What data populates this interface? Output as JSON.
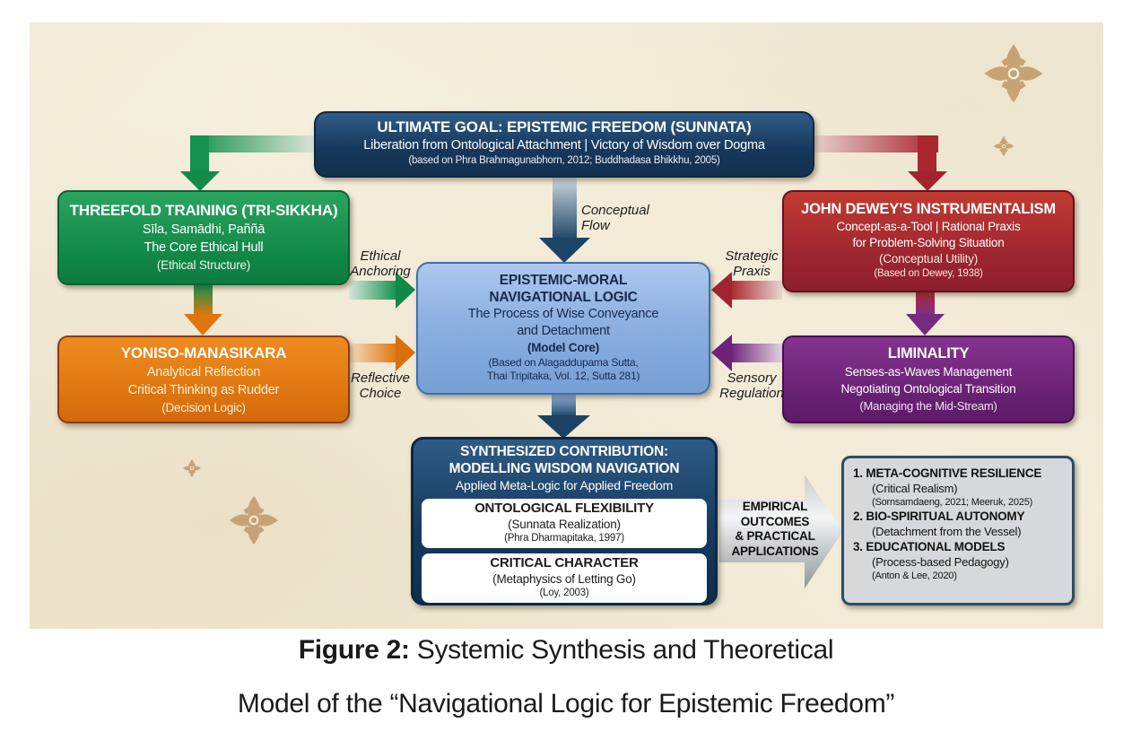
{
  "palette": {
    "canvas_bg": "#f3edda",
    "navy": "#17395d",
    "green": "#108747",
    "orange": "#de7410",
    "blue_core": "#8db0e0",
    "red": "#9d2530",
    "purple": "#672072",
    "gray_panel": "#d6d9db",
    "ornament_gold": "#c7a274"
  },
  "boxes": {
    "ultimate_goal": {
      "title": "ULTIMATE GOAL: EPISTEMIC FREEDOM (SUNNATA)",
      "body": "Liberation from Ontological Attachment | Victory of Wisdom over Dogma",
      "cite": "(based on Phra Brahmagunabhorn, 2012; Buddhadasa Bhikkhu, 2005)"
    },
    "threefold": {
      "title": "THREEFOLD TRAINING (TRI-SIKKHA)",
      "body": "Sīla, Samādhi, Paññā\nThe Core Ethical Hull",
      "tag": "(Ethical Structure)"
    },
    "yoniso": {
      "title": "YONISO-MANASIKARA",
      "body": "Analytical Reflection\nCritical Thinking as Rudder",
      "tag": "(Decision Logic)"
    },
    "core": {
      "title": "EPISTEMIC-MORAL\nNAVIGATIONAL LOGIC",
      "body": "The Process of Wise Conveyance\nand Detachment",
      "tag": "(Model Core)",
      "cite": "(Based on Alagaddupama Sutta,\nThai Tripitaka, Vol. 12, Sutta 281)"
    },
    "dewey": {
      "title": "JOHN DEWEY’S INSTRUMENTALISM",
      "body": "Concept-as-a-Tool | Rational Praxis\nfor Problem-Solving Situation",
      "tag": "(Conceptual Utility)",
      "cite": "(Based on Dewey, 1938)"
    },
    "liminality": {
      "title": "LIMINALITY",
      "body": "Senses-as-Waves Management\nNegotiating Ontological Transition",
      "tag": "(Managing the Mid-Stream)"
    },
    "synthesized": {
      "title": "SYNTHESIZED CONTRIBUTION:\nMODELLING WISDOM NAVIGATION",
      "subtitle": "Applied Meta-Logic for Applied Freedom",
      "cards": [
        {
          "title": "ONTOLOGICAL FLEXIBILITY",
          "body": "(Sunnata Realization)",
          "cite": "(Phra Dharmapitaka, 1997)"
        },
        {
          "title": "CRITICAL CHARACTER",
          "body": "(Metaphysics of Letting Go)",
          "cite": "(Loy, 2003)"
        }
      ]
    },
    "outcomes": {
      "items": [
        {
          "title": "1. META-COGNITIVE RESILIENCE",
          "line": "(Critical Realism)",
          "cite": "(Sornsamdaeng, 2021; Meeruk, 2025)"
        },
        {
          "title": "2. BIO-SPIRITUAL AUTONOMY",
          "line": "(Detachment from the Vessel)"
        },
        {
          "title": "3. EDUCATIONAL MODELS",
          "line": "(Process-based Pedagogy)",
          "cite": "(Anton & Lee, 2020)"
        }
      ]
    }
  },
  "arrow_labels": {
    "conceptual_flow": "Conceptual\nFlow",
    "ethical_anchoring": "Ethical\nAnchoring",
    "reflective_choice": "Reflective\nChoice",
    "strategic_praxis": "Strategic\nPraxis",
    "sensory_regulation": "Sensory\nRegulation",
    "empirical": "EMPIRICAL\nOUTCOMES\n& PRACTICAL\nAPPLICATIONS"
  },
  "caption": {
    "bold": "Figure 2:",
    "line1_rest": " Systemic Synthesis and Theoretical",
    "line2": "Model of the “Navigational Logic for Epistemic Freedom”"
  }
}
